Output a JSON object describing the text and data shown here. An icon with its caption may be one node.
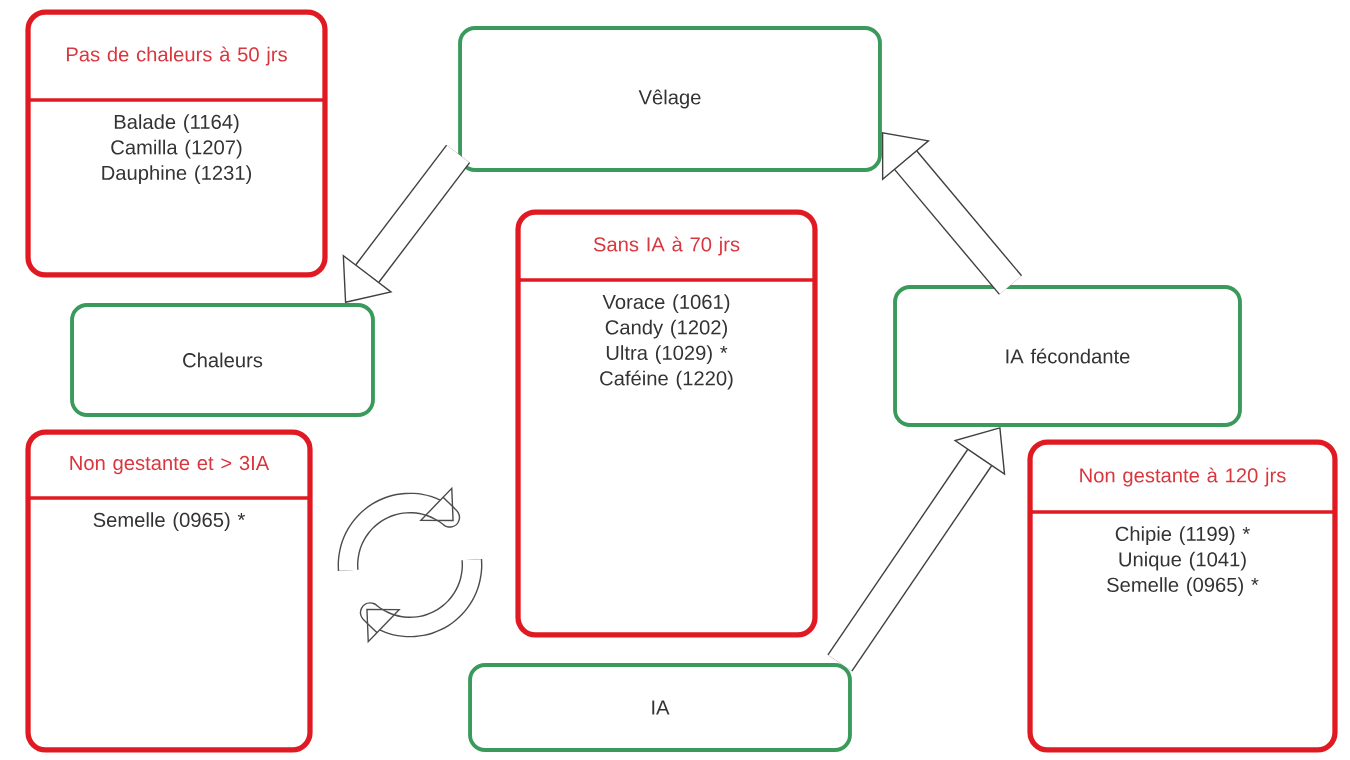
{
  "diagram": {
    "nodes": [
      {
        "text": [
          "Pas de chaleurs à 50 jrs",
          "Balade (1164)",
          "Camilla (1207)",
          "Dauphine (1231)"
        ]
      },
      {
        "text": [
          "Vêlage"
        ]
      },
      {
        "text": [
          "Sans IA à 70 jrs",
          "Vorace (1061)",
          "Candy (1202)",
          "Ultra (1029) *",
          "Caféine (1220)"
        ]
      },
      {
        "text": [
          "Chaleurs"
        ]
      },
      {
        "text": [
          "IA fécondante"
        ]
      },
      {
        "text": [
          "Non gestante et > 3IA",
          "Semelle (0965) *"
        ]
      },
      {
        "text": [
          "Non gestante à 120 jrs",
          "Chipie (1199) *",
          "Unique (1041)",
          "Semelle (0965) *"
        ]
      },
      {
        "text": [
          "IA"
        ]
      }
    ],
    "edges": [
      {
        "from": 1,
        "to": 3,
        "arrow": "to"
      },
      {
        "from": 4,
        "to": 1,
        "arrow": "to"
      },
      {
        "from": 7,
        "to": 4,
        "arrow": "to"
      }
    ]
  }
}
